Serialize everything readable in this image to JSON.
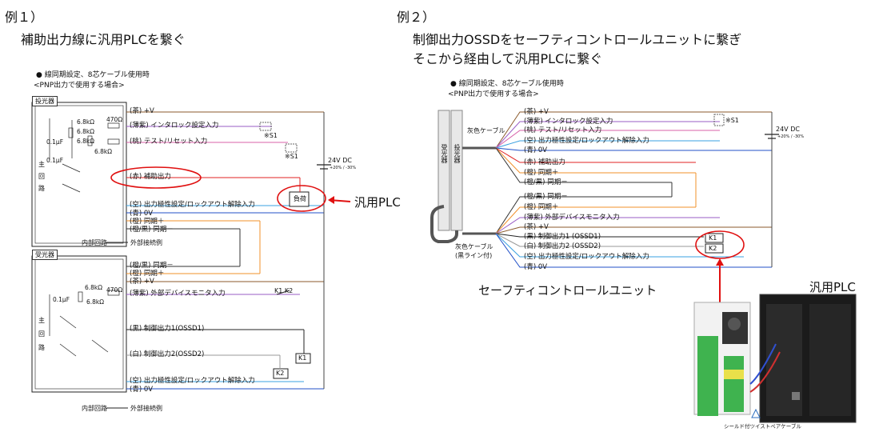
{
  "ex1": {
    "title": "例１）",
    "subtitle": "補助出力線に汎用PLCを繋ぐ",
    "note1": "● 線同期設定、8芯ケーブル使用時",
    "note2": "<PNP出力で使用する場合>",
    "emitter_label": "投光器",
    "receiver_label": "受光器",
    "main_circuit": [
      "主",
      "回",
      "路"
    ],
    "wires_emitter": [
      "(茶) +V",
      "(薄紫) インタロック設定入力",
      "(桃) テスト/リセット入力",
      "(赤) 補助出力",
      "(空) 出力極性設定/ロックアウト解除入力",
      "(青) 0V",
      "(橙) 同期＋",
      "(橙/黒) 同期－"
    ],
    "wires_receiver": [
      "(橙/黒) 同期－",
      "(橙) 同期＋",
      "(茶) +V",
      "(薄紫) 外部デバイスモニタ入力",
      "(黒) 制御出力1(OSSD1)",
      "(白) 制御出力2(OSSD2)",
      "(空) 出力極性設定/ロックアウト解除入力",
      "(青) 0V"
    ],
    "resistors": [
      "470Ω",
      "6.8kΩ",
      "6.8kΩ",
      "6.8kΩ",
      "6.8kΩ",
      "0.1μF",
      "0.1μF"
    ],
    "receiver_resistors": [
      "6.8kΩ",
      "470Ω",
      "6.8kΩ",
      "0.1μF"
    ],
    "s1": "※S1",
    "power": "24V DC",
    "power_tol": "+20% / -30%",
    "load": "負荷",
    "internal": "内部回路",
    "external": "外部接続例",
    "k1": "K1",
    "k2": "K2",
    "k1k2": "K1 K2",
    "plc_callout": "汎用PLC"
  },
  "ex2": {
    "title": "例２）",
    "line1": "制御出力OSSDをセーフティコントロールユニットに繋ぎ",
    "line2": "そこから経由して汎用PLCに繋ぐ",
    "note1": "● 線同期設定、8芯ケーブル使用時",
    "note2": "<PNP出力で使用する場合>",
    "receiver_v": "受光器",
    "emitter_v": "投光器",
    "gray_cable": "灰色ケーブル",
    "gray_cable2": "灰色ケーブル",
    "gray_cable2b": "(黒ライン付)",
    "wires_top": [
      "(茶) +V",
      "(薄紫) インタロック設定入力",
      "(桃) テスト/リセット入力",
      "(空) 出力極性設定/ロックアウト解除入力",
      "(青) 0V",
      "(赤) 補助出力",
      "(橙) 同期＋",
      "(橙/黒) 同期－"
    ],
    "wires_bottom": [
      "(橙/黒) 同期－",
      "(橙) 同期＋",
      "(薄紫) 外部デバイスモニタ入力",
      "(茶) +V",
      "(黒) 制御出力1 (OSSD1)",
      "(白) 制御出力2 (OSSD2)",
      "(空) 出力極性設定/ロックアウト解除入力",
      "(青) 0V"
    ],
    "s1": "※S1",
    "power": "24V DC",
    "power_tol": "+20% / -30%",
    "k1": "K1",
    "k2": "K2",
    "safety_unit": "セーフティコントロールユニット",
    "plc": "汎用PLC",
    "cable_caption": "シールド付ツイストペアケーブル"
  }
}
